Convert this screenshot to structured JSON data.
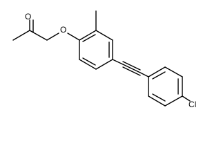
{
  "molecule": {
    "atoms": {
      "oxygen_carbonyl": "O",
      "oxygen_ether": "O",
      "chlorine": "Cl"
    }
  }
}
